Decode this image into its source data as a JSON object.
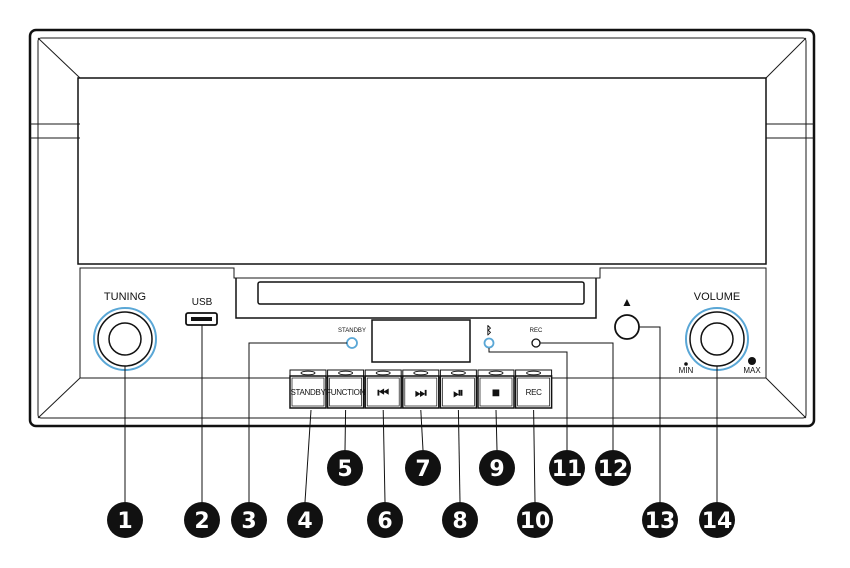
{
  "labels": {
    "tuning": "TUNING",
    "usb": "USB",
    "standby_led": "STANDBY",
    "rec_led": "REC",
    "volume": "VOLUME",
    "min": "MIN",
    "max": "MAX",
    "eject_symbol": "▲",
    "bluetooth_symbol": "ᛒ"
  },
  "buttons": [
    {
      "label": "STANDBY",
      "kind": "text"
    },
    {
      "label": "FUNCTION",
      "kind": "text"
    },
    {
      "label": "⏮",
      "kind": "icon",
      "icon": "previous-icon"
    },
    {
      "label": "⏭",
      "kind": "icon",
      "icon": "next-icon"
    },
    {
      "label": "⏯",
      "kind": "icon",
      "icon": "play-pause-icon"
    },
    {
      "label": "■",
      "kind": "icon",
      "icon": "stop-icon"
    },
    {
      "label": "REC",
      "kind": "text"
    }
  ],
  "callouts": [
    {
      "number": "1",
      "target": "tuning-knob"
    },
    {
      "number": "2",
      "target": "usb-port"
    },
    {
      "number": "3",
      "target": "standby-led"
    },
    {
      "number": "4",
      "target": "standby-button"
    },
    {
      "number": "5",
      "target": "function-button"
    },
    {
      "number": "6",
      "target": "previous-button"
    },
    {
      "number": "7",
      "target": "next-button"
    },
    {
      "number": "8",
      "target": "play-pause-button"
    },
    {
      "number": "9",
      "target": "stop-button"
    },
    {
      "number": "10",
      "target": "rec-button"
    },
    {
      "number": "11",
      "target": "bluetooth-led"
    },
    {
      "number": "12",
      "target": "rec-led"
    },
    {
      "number": "13",
      "target": "eject-button"
    },
    {
      "number": "14",
      "target": "volume-knob"
    }
  ],
  "colors": {
    "outline": "#111111",
    "led_ring": "#5aa7d6",
    "callout_fill": "#111111",
    "callout_text": "#ffffff"
  }
}
